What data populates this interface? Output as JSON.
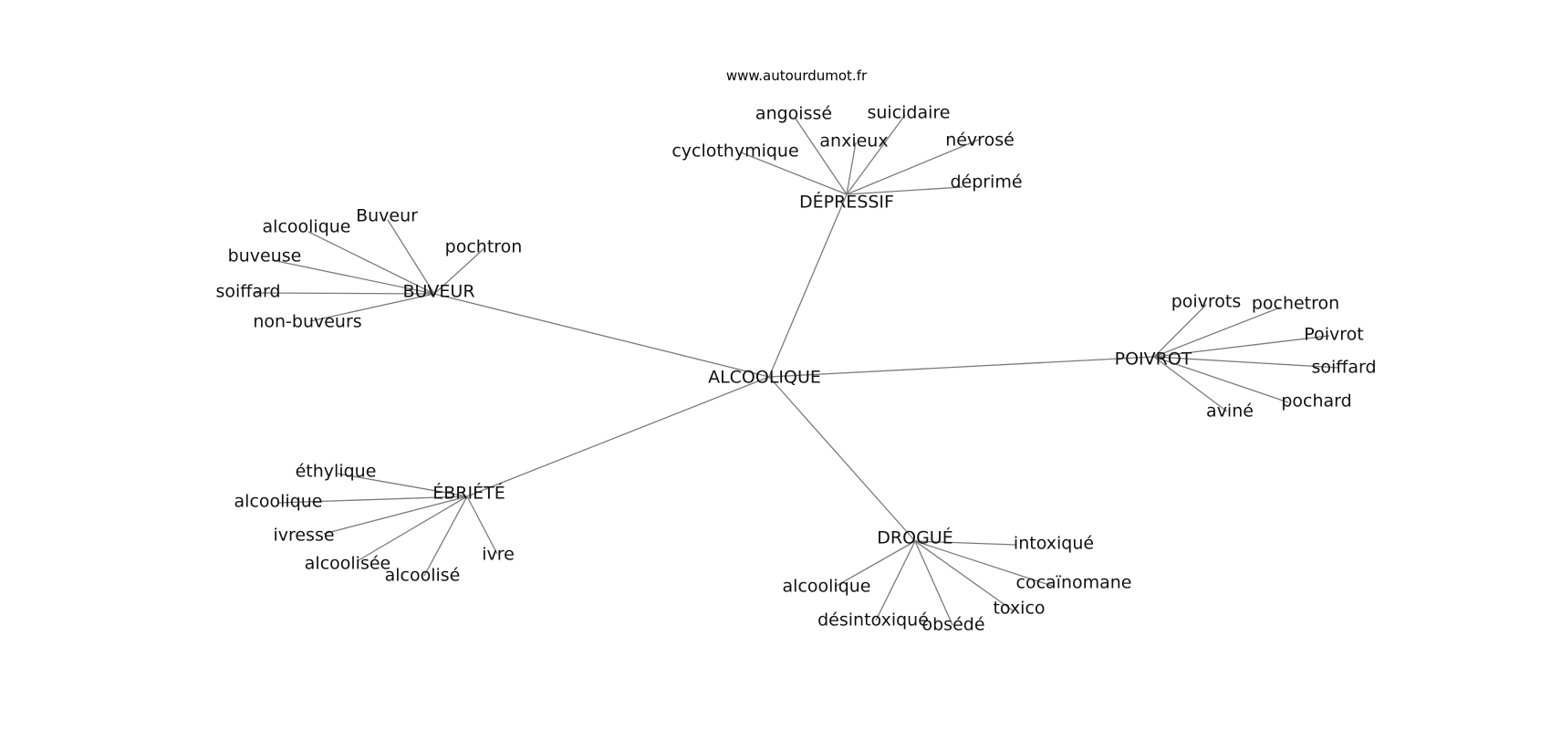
{
  "site_credit": "www.autourdumot.fr",
  "edge_color": "#7a7a7a",
  "center": "ALCOOLIQUE",
  "clusters": [
    {
      "id": "depressif",
      "label": "DÉPRESSIF",
      "words": [
        "angoissé",
        "suicidaire",
        "anxieux",
        "névrosé",
        "cyclothymique",
        "déprimé"
      ]
    },
    {
      "id": "buveur",
      "label": "BUVEUR",
      "words": [
        "Buveur",
        "alcoolique",
        "pochtron",
        "buveuse",
        "soiffard",
        "non-buveurs"
      ]
    },
    {
      "id": "poivrot",
      "label": "POIVROT",
      "words": [
        "poivrots",
        "pochetron",
        "Poivrot",
        "soiffard",
        "pochard",
        "aviné"
      ]
    },
    {
      "id": "ebriete",
      "label": "ÉBRIÉTÉ",
      "words": [
        "éthylique",
        "alcoolique",
        "ivresse",
        "alcoolisée",
        "alcoolisé",
        "ivre"
      ]
    },
    {
      "id": "drogue",
      "label": "DROGUÉ",
      "words": [
        "intoxiqué",
        "cocaïnomane",
        "toxico",
        "obsédé",
        "désintoxiqué",
        "alcoolique"
      ]
    }
  ]
}
